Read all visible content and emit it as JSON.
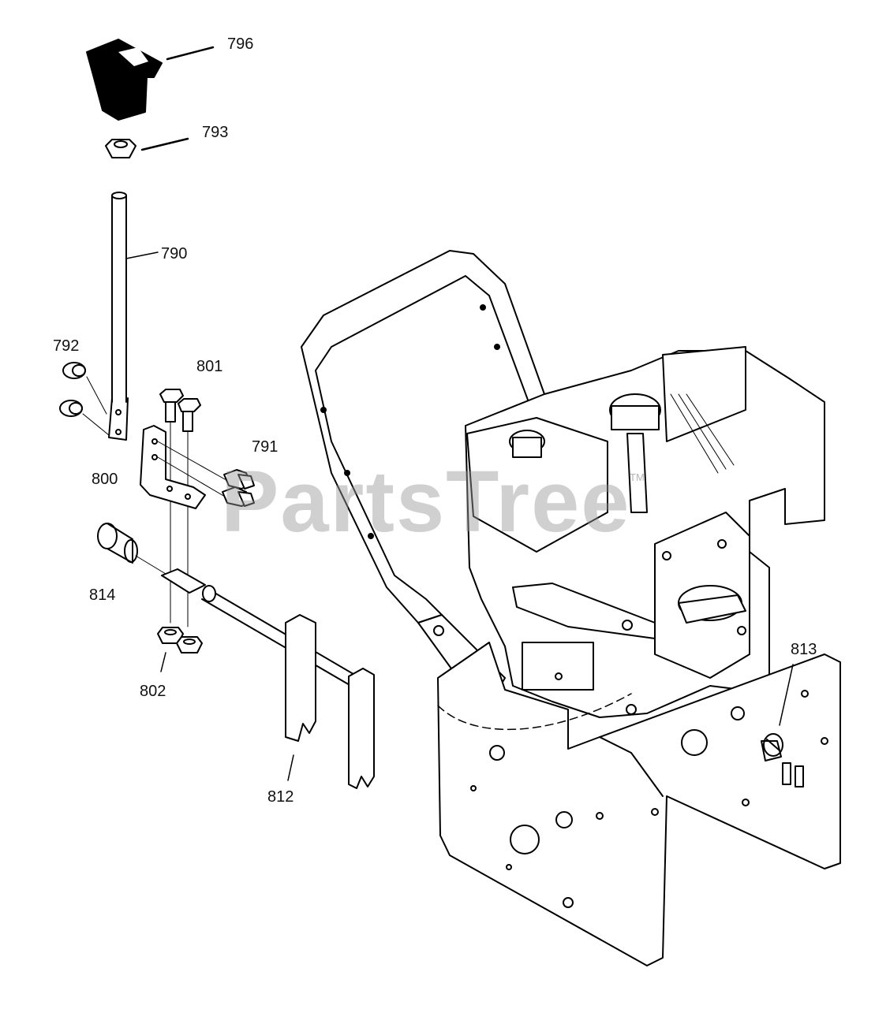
{
  "watermark": {
    "text": "PartsTree",
    "trademark": "TM"
  },
  "labels": {
    "p796": "796",
    "p793": "793",
    "p790": "790",
    "p792": "792",
    "p801": "801",
    "p791": "791",
    "p800": "800",
    "p814": "814",
    "p802": "802",
    "p812": "812",
    "p813": "813"
  },
  "colors": {
    "line": "#000000",
    "watermark": "#969696",
    "background": "#ffffff"
  }
}
